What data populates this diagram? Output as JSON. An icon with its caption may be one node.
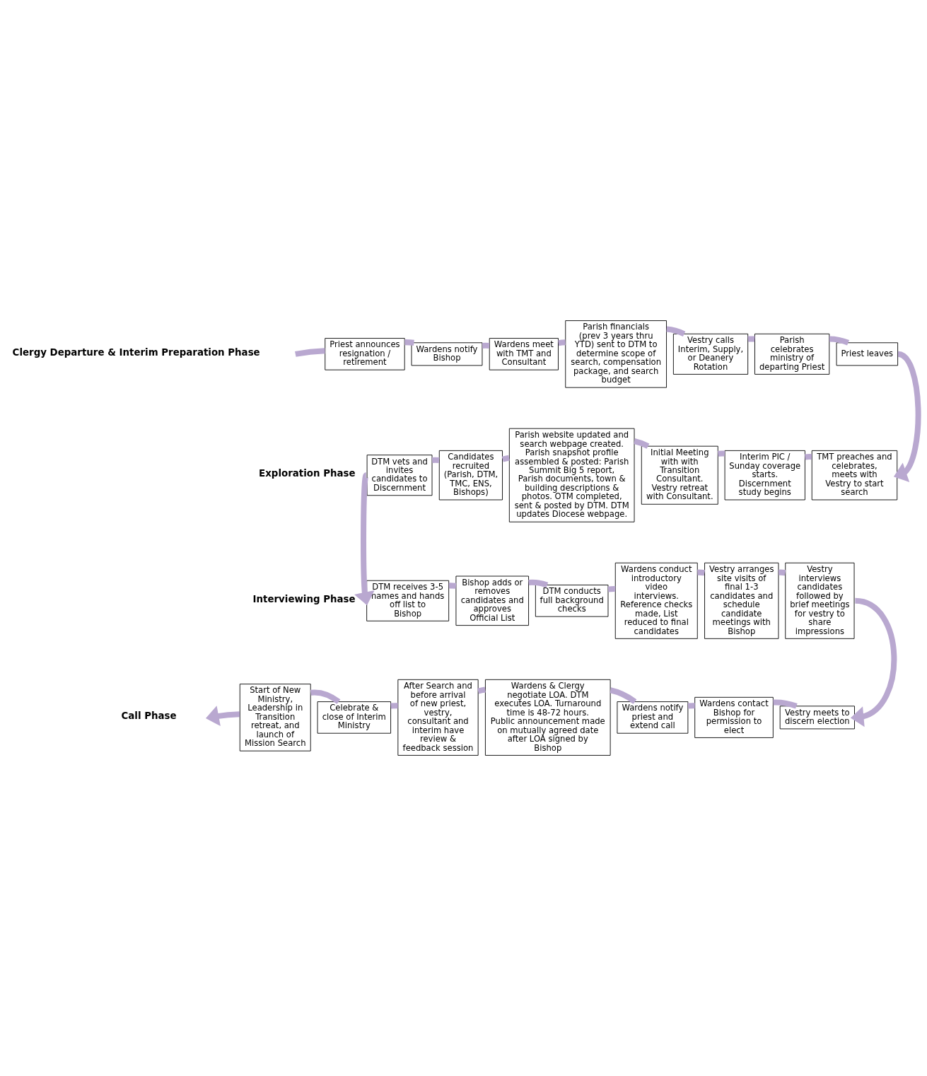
{
  "diagram": {
    "nodes": [
      {
        "text": [
          "Priest announces resignation / retirement"
        ]
      },
      {
        "text": [
          "Wardens notify Bishop"
        ]
      },
      {
        "text": [
          "Wardens meet with TMT and Consultant"
        ]
      },
      {
        "text": [
          "Parish financials (prev 3 years thru YTD) sent to DTM to determine scope of search, compensation package, and search budget"
        ]
      },
      {
        "text": [
          "Vestry calls Interim, Supply, or Deanery Rotation"
        ]
      },
      {
        "text": [
          "Parish celebrates ministry of departing Priest"
        ]
      },
      {
        "text": [
          "Priest leaves"
        ]
      },
      {
        "text": [
          "TMT preaches and celebrates, meets with Vestry to start search"
        ]
      },
      {
        "text": [
          "Interim PIC / Sunday coverage starts. Discernment study begins"
        ]
      },
      {
        "text": [
          "Initial Meeting with with Transition Consultant. Vestry retreat with Consultant."
        ]
      },
      {
        "text": [
          "Parish website updated and search webpage created. Parish snapshot profile assembled & posted: Parish Summit Big 5 report, Parish documents, town & building descriptions & photos. OTM completed, sent & posted by DTM. DTM updates Diocese webpage."
        ]
      },
      {
        "text": [
          "Candidates recruited (Parish, DTM, TMC, ENS, Bishops)"
        ]
      },
      {
        "text": [
          "DTM vets and invites candidates to Discernment"
        ]
      },
      {
        "text": [
          "DTM receives 3-5 names and hands off list to Bishop"
        ]
      },
      {
        "text": [
          "Bishop adds or removes candidates and approves Official List"
        ]
      },
      {
        "text": [
          "DTM conducts full background checks"
        ]
      },
      {
        "text": [
          "Wardens conduct introductory video interviews. Reference checks made, List reduced to final candidates"
        ]
      },
      {
        "text": [
          "Vestry arranges site visits of final 1-3 candidates and schedule candidate meetings with Bishop"
        ]
      },
      {
        "text": [
          "Vestry interviews candidates followed by brief meetings for vestry to share impressions"
        ]
      },
      {
        "text": [
          "Vestry meets to discern election"
        ]
      },
      {
        "text": [
          "Wardens contact Bishop for permission to elect"
        ]
      },
      {
        "text": [
          "Wardens notify priest and extend call"
        ]
      },
      {
        "text": [
          "Wardens & Clergy negotiate LOA. DTM executes LOA. Turnaround time is 48-72 hours. Public announcement made on mutually agreed date after LOA signed by Bishop"
        ]
      },
      {
        "text": [
          "After Search and before arrival of new priest, vestry, consultant and interim have review & feedback session"
        ]
      },
      {
        "text": [
          "Celebrate & close of Interim Ministry"
        ]
      },
      {
        "text": [
          "Start of New Ministry, Leadership in Transition retreat, and launch of Mission Search"
        ]
      }
    ],
    "edges": [
      {
        "from": null,
        "to": 0,
        "arrow": "none"
      },
      {
        "from": 0,
        "to": 1,
        "arrow": "none"
      },
      {
        "from": 1,
        "to": 2,
        "arrow": "none"
      },
      {
        "from": 2,
        "to": 3,
        "arrow": "none"
      },
      {
        "from": 3,
        "to": 4,
        "arrow": "none"
      },
      {
        "from": 4,
        "to": 5,
        "arrow": "none"
      },
      {
        "from": 5,
        "to": 6,
        "arrow": "none"
      },
      {
        "from": 6,
        "to": 7,
        "arrow": "to"
      },
      {
        "from": 7,
        "to": 8,
        "arrow": "none"
      },
      {
        "from": 8,
        "to": 9,
        "arrow": "none"
      },
      {
        "from": 9,
        "to": 10,
        "arrow": "none"
      },
      {
        "from": 10,
        "to": 11,
        "arrow": "none"
      },
      {
        "from": 11,
        "to": 12,
        "arrow": "none"
      },
      {
        "from": 12,
        "to": 13,
        "arrow": "to"
      },
      {
        "from": 13,
        "to": 14,
        "arrow": "none"
      },
      {
        "from": 14,
        "to": 15,
        "arrow": "none"
      },
      {
        "from": 15,
        "to": 16,
        "arrow": "none"
      },
      {
        "from": 16,
        "to": 17,
        "arrow": "none"
      },
      {
        "from": 17,
        "to": 18,
        "arrow": "none"
      },
      {
        "from": 18,
        "to": 19,
        "arrow": "to"
      },
      {
        "from": 19,
        "to": 20,
        "arrow": "none"
      },
      {
        "from": 20,
        "to": 21,
        "arrow": "none"
      },
      {
        "from": 21,
        "to": 22,
        "arrow": "none"
      },
      {
        "from": 22,
        "to": 23,
        "arrow": "none"
      },
      {
        "from": 23,
        "to": 24,
        "arrow": "none"
      },
      {
        "from": 24,
        "to": 25,
        "arrow": "none"
      },
      {
        "from": 25,
        "to": null,
        "arrow": "to"
      }
    ],
    "labels": [
      "Clergy Departure & Interim Preparation Phase",
      "Exploration Phase",
      "Interviewing Phase",
      "Call Phase"
    ]
  }
}
